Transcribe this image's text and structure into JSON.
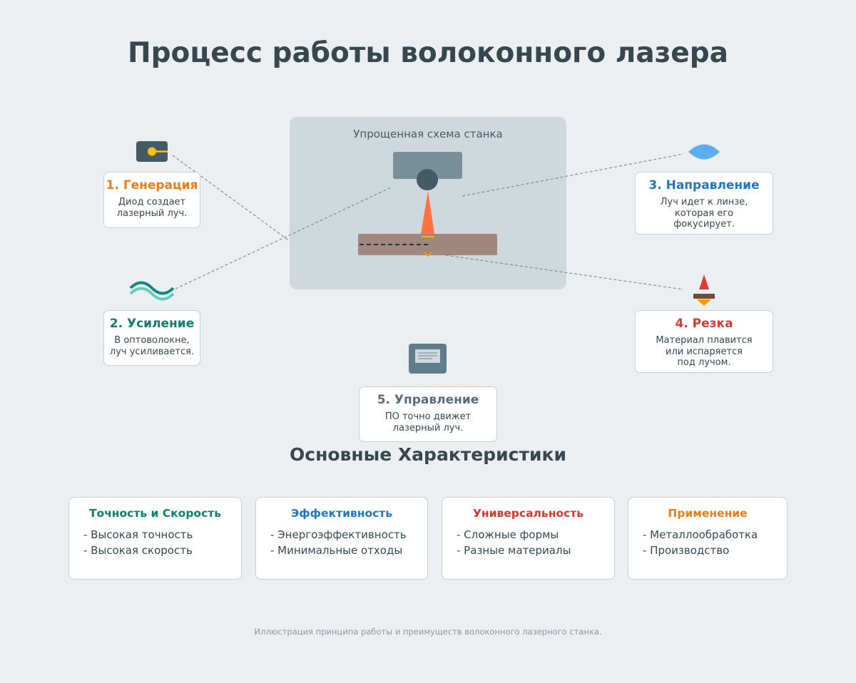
{
  "title": "Процесс работы волоконного лазера",
  "diagram": {
    "machine_caption": "Упрощенная схема станка",
    "steps": [
      {
        "title": "1. Генерация",
        "desc": "Диод создает\nлазерный луч.",
        "color": "#ef7c1a",
        "icon": "laser-diode-icon"
      },
      {
        "title": "2. Усиление",
        "desc": "В оптоволокне,\nлуч усиливается.",
        "color": "#0f7d71",
        "icon": "fiber-wave-icon"
      },
      {
        "title": "3. Направление",
        "desc": "Луч идет к линзе,\nкоторая его\nфокусирует.",
        "color": "#1f77c8",
        "icon": "lens-icon"
      },
      {
        "title": "4. Резка",
        "desc": "Материал плавится\nили испаряется\nпод лучом.",
        "color": "#d33b30",
        "icon": "cutting-icon"
      },
      {
        "title": "5. Управление",
        "desc": "ПО точно движет\nлазерный луч.",
        "color": "#546e7a",
        "icon": "control-screen-icon"
      }
    ]
  },
  "features_heading": "Основные Характеристики",
  "features": [
    {
      "title": "Точность и Скорость",
      "color": "#0f7d71",
      "items": [
        "- Высокая точность",
        "- Высокая скорость"
      ]
    },
    {
      "title": "Эффективность",
      "color": "#1f77c8",
      "items": [
        "- Энергоэффективность",
        "- Минимальные отходы"
      ]
    },
    {
      "title": "Универсальность",
      "color": "#d33b30",
      "items": [
        "- Сложные формы",
        "- Разные материалы"
      ]
    },
    {
      "title": "Применение",
      "color": "#ef7c1a",
      "items": [
        "- Металлообработка",
        "- Производство"
      ]
    }
  ],
  "footer": "Иллюстрация принципа работы и преимуществ волоконного лазерного станка."
}
